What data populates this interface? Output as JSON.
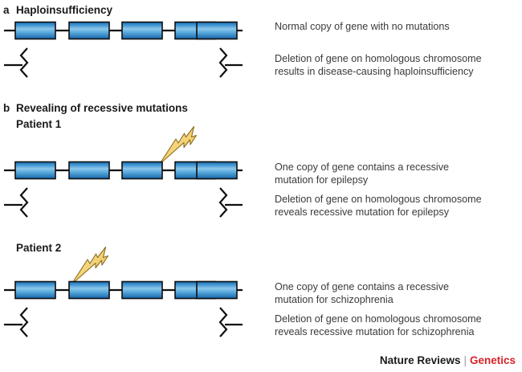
{
  "figure": {
    "panels": [
      {
        "letter": "a",
        "title": "Haploinsufficiency",
        "rows": [
          {
            "kind": "intact-chromosome",
            "genes": 5,
            "mutation_marker": null,
            "caption": "Normal copy of gene with no mutations"
          },
          {
            "kind": "deleted-chromosome",
            "genes": 0,
            "mutation_marker": null,
            "caption": "Deletion of gene on homologous chromosome\nresults in disease-causing haploinsufficiency"
          }
        ]
      },
      {
        "letter": "b",
        "title": "Revealing of recessive mutations",
        "subgroups": [
          {
            "label": "Patient 1",
            "rows": [
              {
                "kind": "intact-chromosome",
                "genes": 5,
                "mutation_marker": "lightning-bolt",
                "marked_gene_index": 4,
                "caption": "One copy of gene contains a recessive\nmutation for epilepsy"
              },
              {
                "kind": "deleted-chromosome",
                "genes": 0,
                "mutation_marker": null,
                "caption": "Deletion of gene on homologous chromosome\nreveals recessive mutation for epilepsy"
              }
            ]
          },
          {
            "label": "Patient 2",
            "rows": [
              {
                "kind": "intact-chromosome",
                "genes": 5,
                "mutation_marker": "lightning-bolt",
                "marked_gene_index": 2,
                "caption": "One copy of gene contains a recessive\nmutation for schizophrenia"
              },
              {
                "kind": "deleted-chromosome",
                "genes": 0,
                "mutation_marker": null,
                "caption": "Deletion of gene on homologous chromosome\nreveals recessive mutation for schizophrenia"
              }
            ]
          }
        ]
      }
    ],
    "footer": {
      "journal": "Nature Reviews",
      "separator": "|",
      "section": "Genetics"
    },
    "colors": {
      "gene_box_top": "#2b7cc0",
      "gene_box_light": "#8ec6ea",
      "gene_box_bottom": "#1f6fb5",
      "gene_box_outline": "#0f0f0f",
      "chromosome_line": "#0f0f0f",
      "lightning_fill": "#f2d06b",
      "lightning_highlight": "#f7e4a6",
      "lightning_outline": "#8a6a1e",
      "caption_text": "#3a3a3a",
      "heading_text": "#1a1a1a",
      "footer_accent": "#d8232a"
    }
  }
}
